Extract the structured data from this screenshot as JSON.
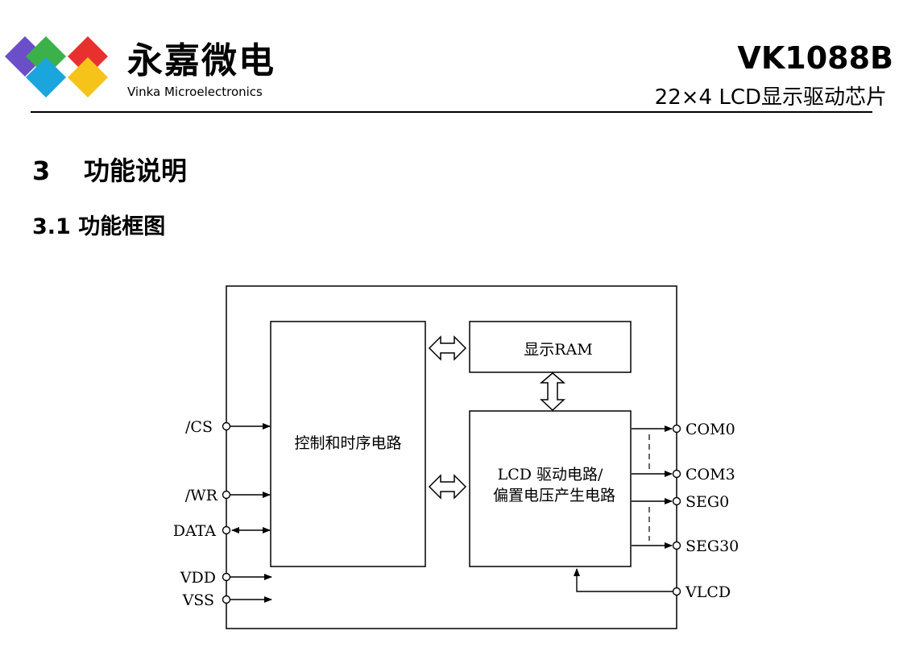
{
  "header": {
    "brand_cn": "永嘉微电",
    "brand_en": "Vinka Microelectronics",
    "part_number": "VK1088B",
    "subtitle": "22×4  LCD显示驱动芯片"
  },
  "section": {
    "number": "3",
    "title": "功能说明"
  },
  "subsection": {
    "title": "3.1  功能框图"
  },
  "diagram": {
    "blocks": {
      "control": "控制和时序电路",
      "ram": "显示RAM",
      "driver_line1": "LCD 驱动电路/",
      "driver_line2": "偏置电压产生电路"
    },
    "pins_left": {
      "cs": "/CS",
      "wr": "/WR",
      "data": "DATA",
      "vdd": "VDD",
      "vss": "VSS"
    },
    "pins_right": {
      "com0": "COM0",
      "com3": "COM3",
      "seg0": "SEG0",
      "seg30": "SEG30",
      "vlcd": "VLCD"
    }
  },
  "colors": {
    "logo_purple": "#6a4fc8",
    "logo_green": "#3cb14a",
    "logo_red": "#e8312f",
    "logo_cyan": "#1aa6dc",
    "logo_yellow": "#f6c31b"
  }
}
